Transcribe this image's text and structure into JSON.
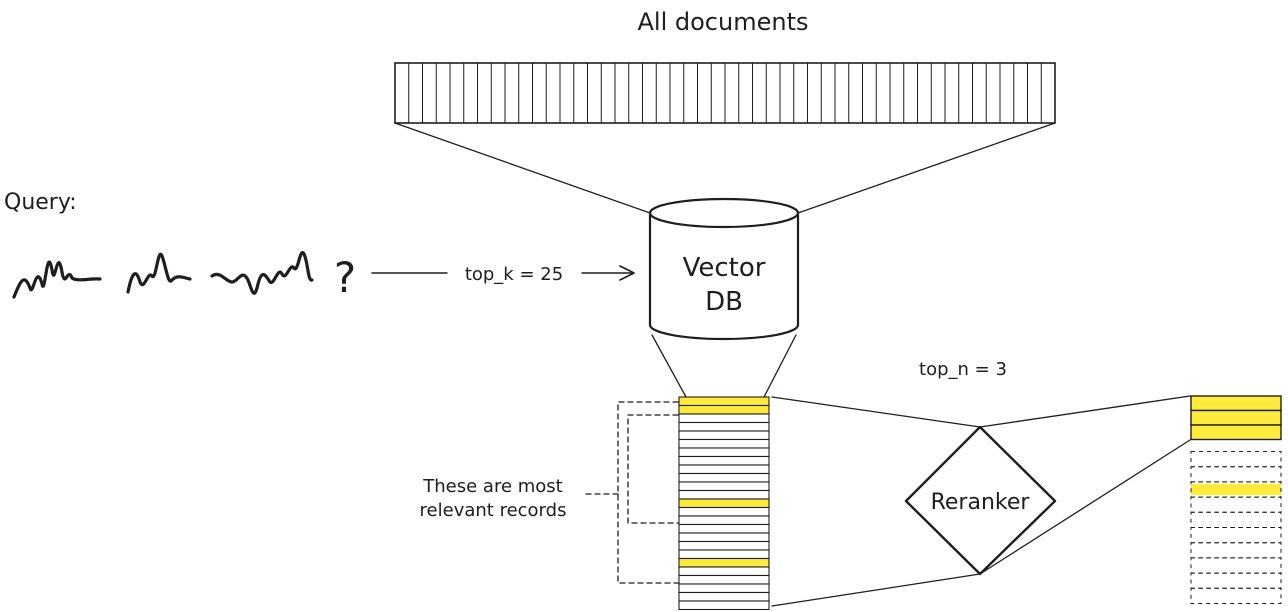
{
  "title": "All documents",
  "query": {
    "label": "Query:",
    "symbol": "?"
  },
  "flow": {
    "top_k_label": "top_k = 25",
    "top_n_label": "top_n = 3"
  },
  "vector_db": {
    "line1": "Vector",
    "line2": "DB"
  },
  "reranker": {
    "label": "Reranker"
  },
  "annotation": {
    "line1": "These are most",
    "line2": "relevant records"
  },
  "documents": {
    "total_count": 48
  },
  "retrieved": {
    "count": 25,
    "highlighted": [
      0,
      1,
      12,
      19
    ]
  },
  "reranked": {
    "kept": 3,
    "highlighted_extra": [
      2
    ]
  },
  "colors": {
    "ink": "#1e1e1e",
    "highlight": "#ffeb3b",
    "reranker_fill": "#7ee8fa"
  }
}
